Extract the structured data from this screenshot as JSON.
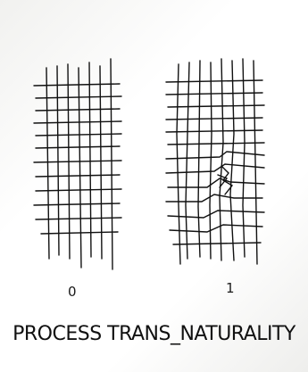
{
  "labels": {
    "left_digit": "0",
    "right_digit": "1"
  },
  "caption": "PROCESS TRANS_NATURALITY",
  "colors": {
    "paper": "#ffffff",
    "ink": "#111111"
  }
}
